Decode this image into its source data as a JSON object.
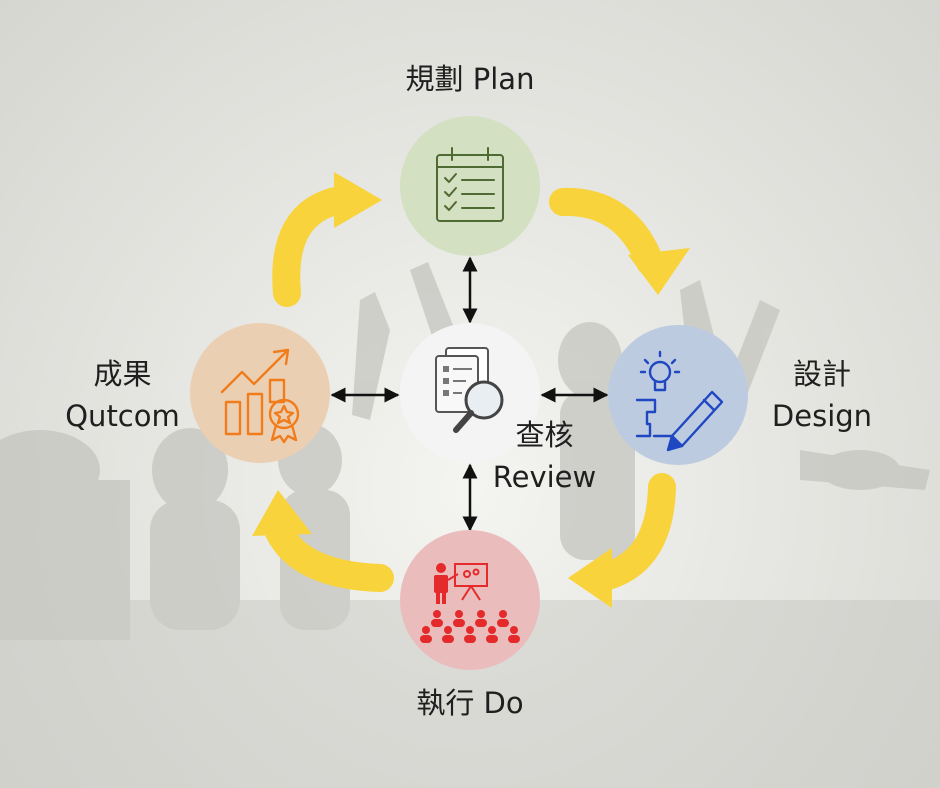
{
  "colors": {
    "arrow_yellow": "#f8d33c",
    "plan_circle": "#d4e0c2",
    "design_circle": "#bccbe0",
    "do_circle": "#ebbcbc",
    "outcome_circle": "#ebcfb2",
    "review_circle": "#f4f4f4",
    "plan_icon": "#4f6a33",
    "design_icon": "#1f47c2",
    "do_icon": "#e42a2a",
    "outcome_icon": "#f07c1c",
    "review_icon": "#555555"
  },
  "nodes": {
    "plan": {
      "label": "規劃  Plan",
      "icon": "checklist-calendar-icon"
    },
    "design": {
      "line1": "設計",
      "line2": "Design",
      "icon": "idea-pencil-icon"
    },
    "do": {
      "label": "執行 Do",
      "icon": "presentation-audience-icon"
    },
    "outcome": {
      "line1": "成果",
      "line2": "Qutcom",
      "icon": "growth-chart-award-icon"
    },
    "review": {
      "line1": "查核",
      "line2": "Review",
      "icon": "document-magnifier-icon"
    }
  }
}
